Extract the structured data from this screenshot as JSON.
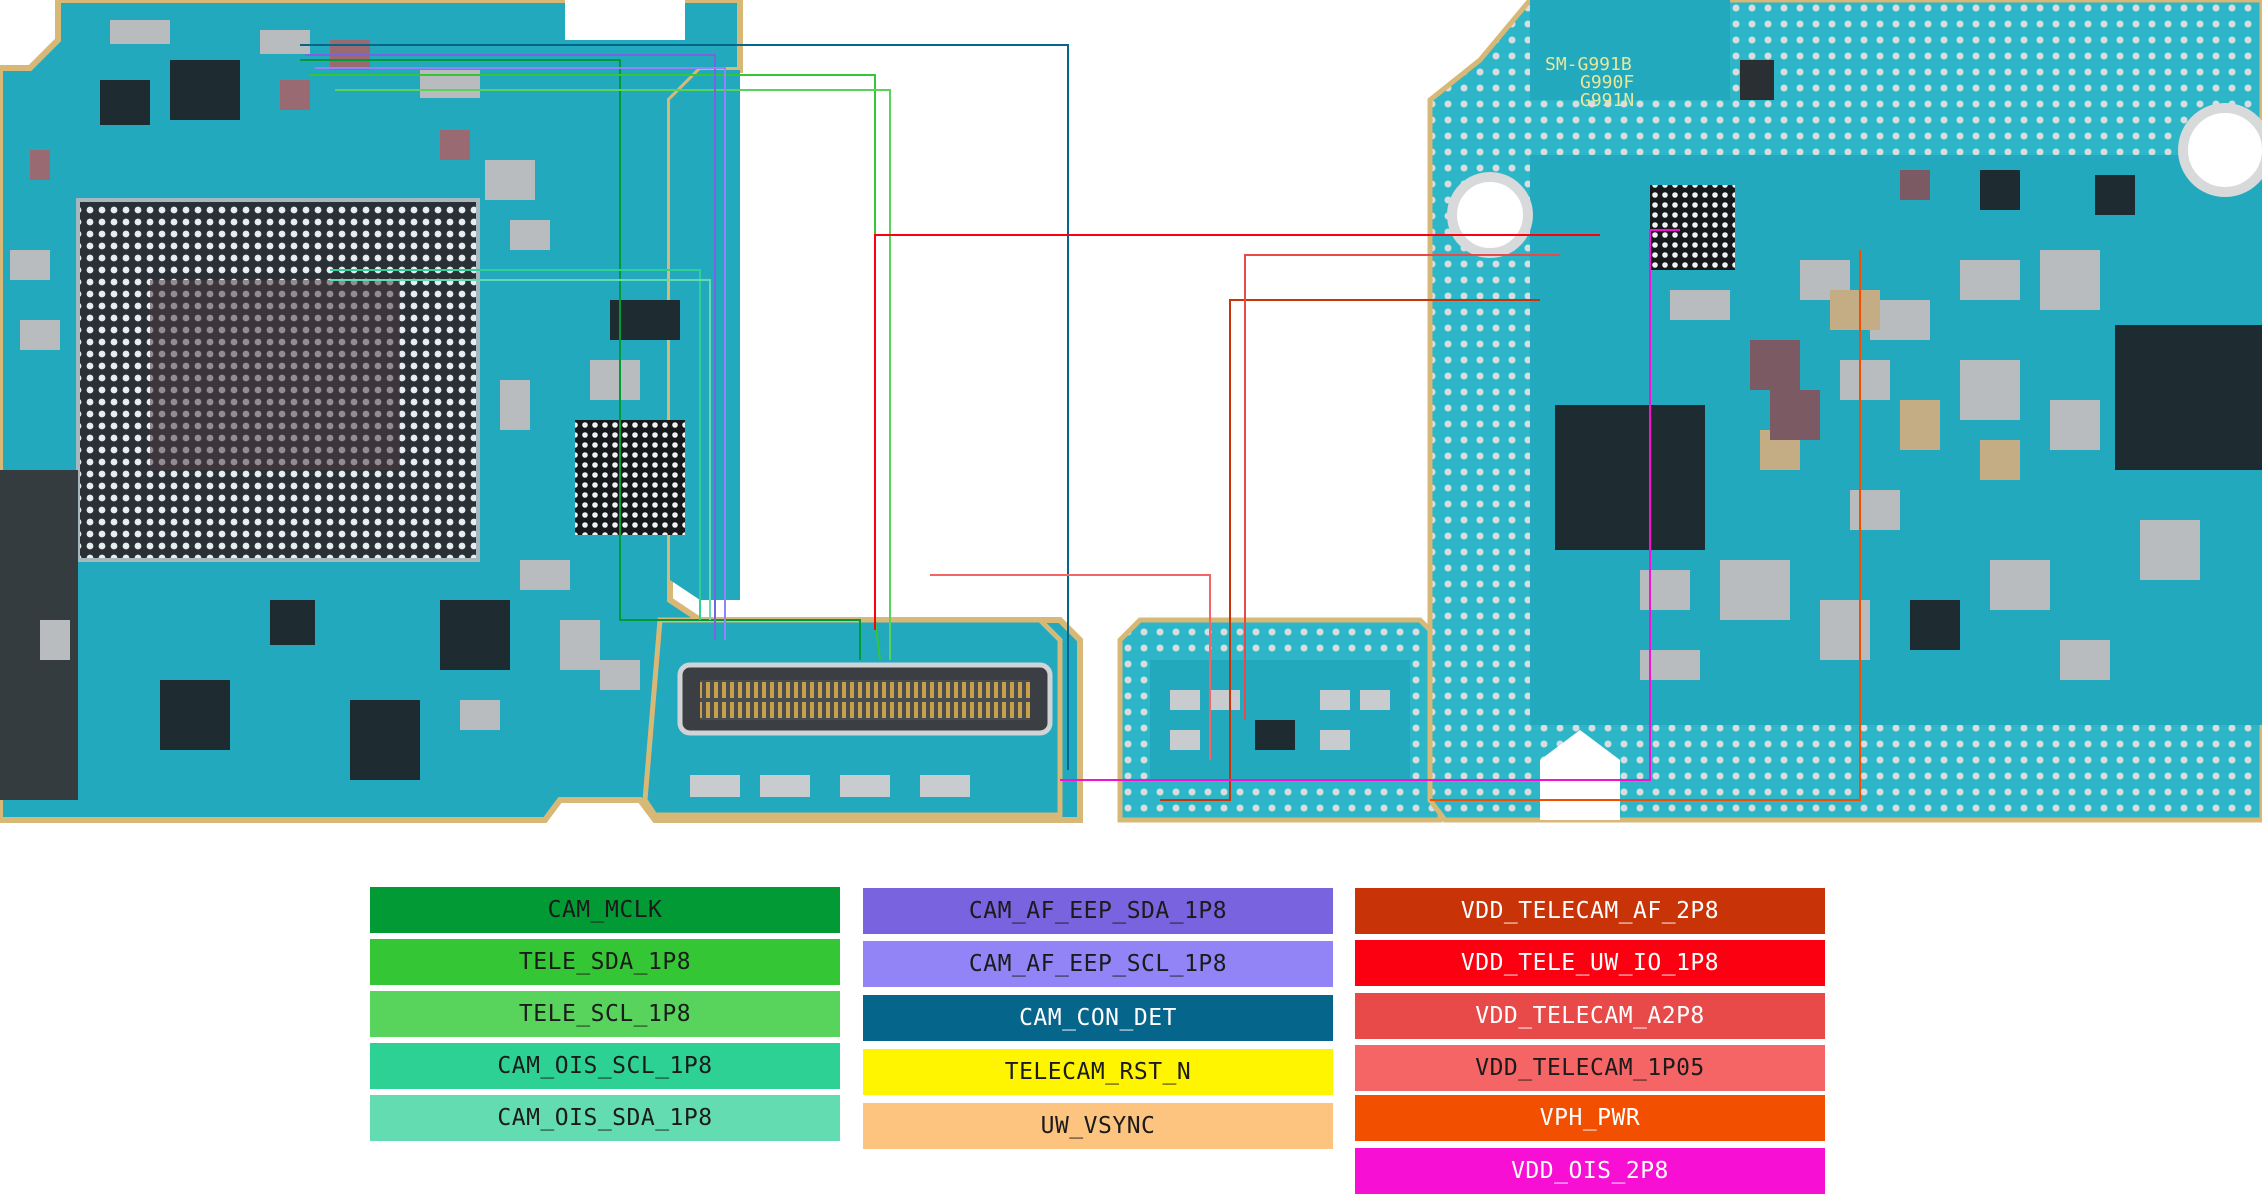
{
  "board": {
    "model_labels": [
      "SM-G991B",
      "G990F",
      "G991N"
    ],
    "colors": {
      "pcb": "#22a9bd",
      "pcb_dark": "#168c9f",
      "frame": "#d8b877",
      "chip": "#1e2b30"
    }
  },
  "legend": {
    "column_1": [
      {
        "label": "CAM_MCLK",
        "color": "#019a35",
        "text_color": "#1b1b1b"
      },
      {
        "label": "TELE_SDA_1P8",
        "color": "#34c634",
        "text_color": "#1b1b1b"
      },
      {
        "label": "TELE_SCL_1P8",
        "color": "#58d45c",
        "text_color": "#1b1b1b"
      },
      {
        "label": "CAM_OIS_SCL_1P8",
        "color": "#2ed194",
        "text_color": "#1b1b1b"
      },
      {
        "label": "CAM_OIS_SDA_1P8",
        "color": "#63dcb1",
        "text_color": "#1b1b1b"
      }
    ],
    "column_2": [
      {
        "label": "CAM_AF_EEP_SDA_1P8",
        "color": "#7963de",
        "text_color": "#1b1b1b"
      },
      {
        "label": "CAM_AF_EEP_SCL_1P8",
        "color": "#9284f6",
        "text_color": "#1b1b1b"
      },
      {
        "label": "CAM_CON_DET",
        "color": "#06658a",
        "text_color": "#ffffff"
      },
      {
        "label": "TELECAM_RST_N",
        "color": "#fff500",
        "text_color": "#1b1b1b"
      },
      {
        "label": "UW_VSYNC",
        "color": "#fdc47f",
        "text_color": "#1b1b1b"
      }
    ],
    "column_3": [
      {
        "label": "VDD_TELECAM_AF_2P8",
        "color": "#c93308",
        "text_color": "#ffffff"
      },
      {
        "label": "VDD_TELE_UW_IO_1P8",
        "color": "#fa0010",
        "text_color": "#ffffff"
      },
      {
        "label": "VDD_TELECAM_A2P8",
        "color": "#e84a4a",
        "text_color": "#ffffff"
      },
      {
        "label": "VDD_TELECAM_1P05",
        "color": "#f56565",
        "text_color": "#1b1b1b"
      },
      {
        "label": "VPH_PWR",
        "color": "#f34f00",
        "text_color": "#ffffff"
      },
      {
        "label": "VDD_OIS_2P8",
        "color": "#f70fd3",
        "text_color": "#ffffff"
      }
    ]
  }
}
